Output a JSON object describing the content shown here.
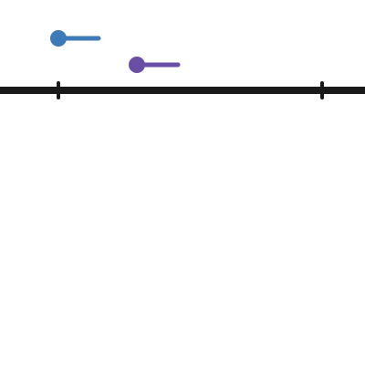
{
  "colors": {
    "background": "#ffffff",
    "axis": "#1a1a1a",
    "blue": "#3d7ab8",
    "purple": "#6a4ea6"
  },
  "timeline": {
    "ticks": 2,
    "markers": [
      {
        "id": "blue",
        "color": "#3d7ab8"
      },
      {
        "id": "purple",
        "color": "#6a4ea6"
      }
    ]
  }
}
